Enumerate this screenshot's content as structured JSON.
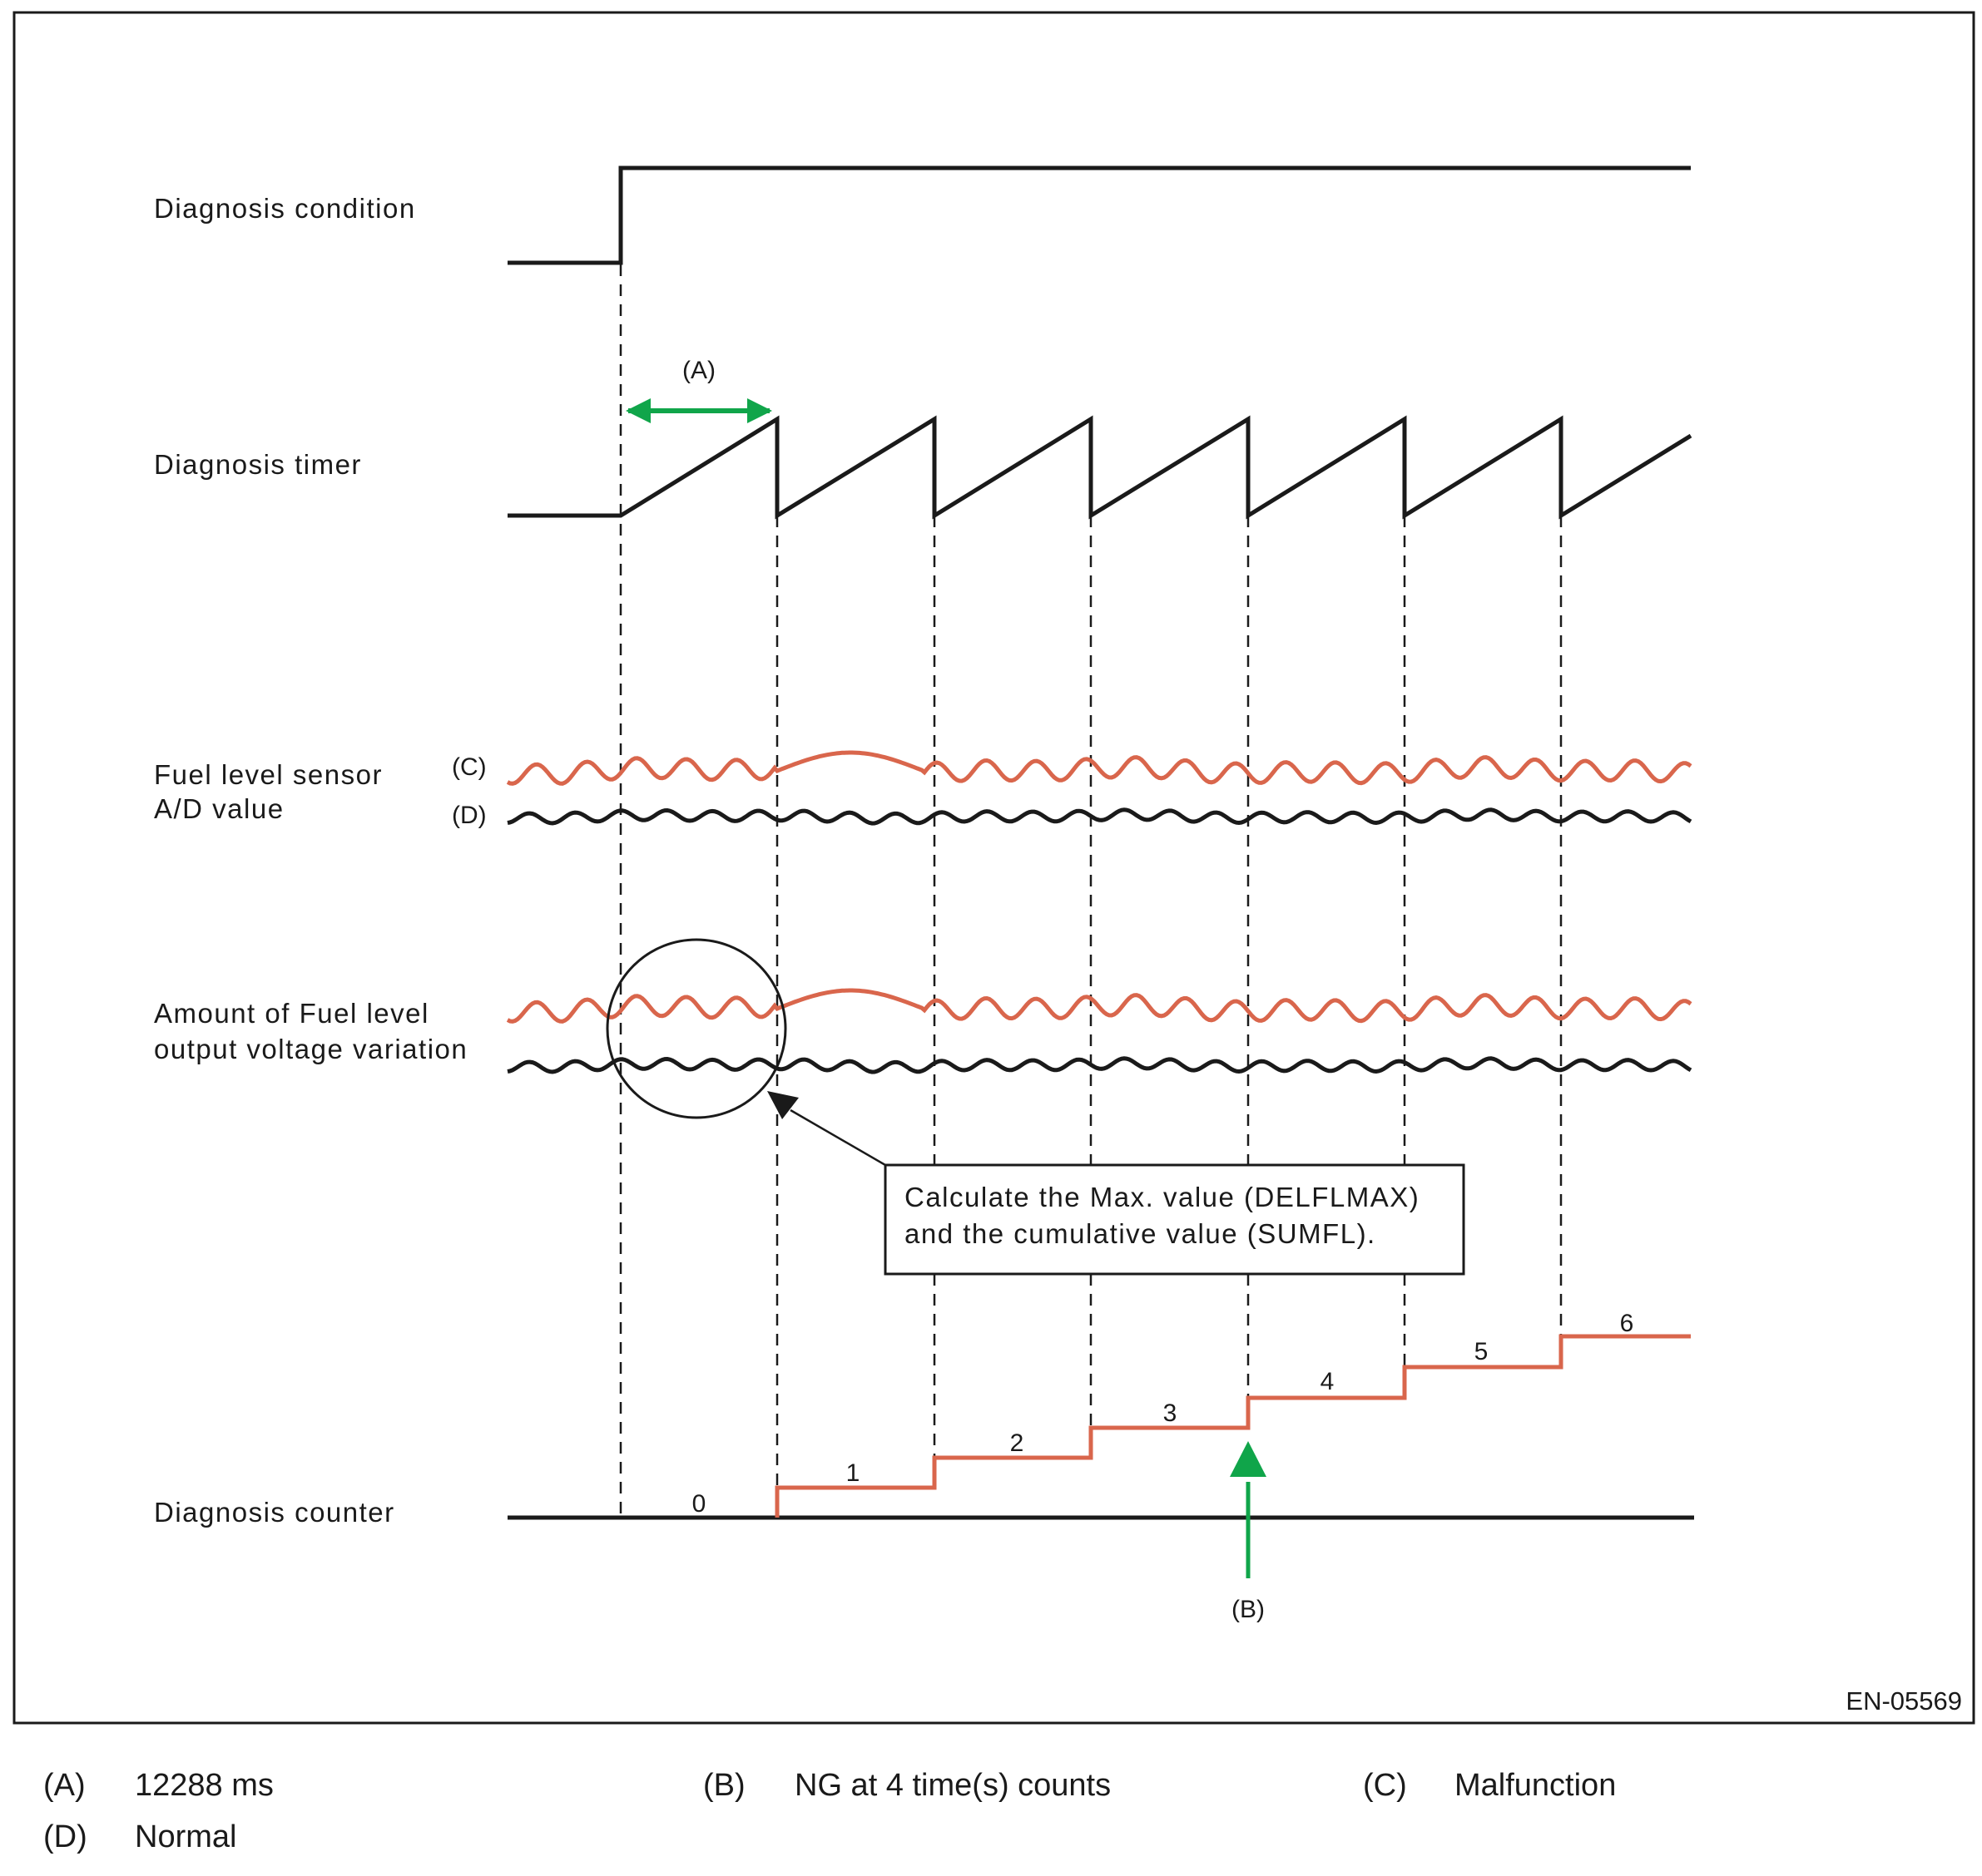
{
  "signals": {
    "diagnosis_condition": "Diagnosis condition",
    "diagnosis_timer": "Diagnosis timer",
    "fuel_sensor_line1": "Fuel level sensor",
    "fuel_sensor_line2": "A/D value",
    "fuel_variation_line1": "Amount of Fuel level",
    "fuel_variation_line2": "output voltage variation",
    "diagnosis_counter": "Diagnosis counter"
  },
  "markers": {
    "a": "(A)",
    "b": "(B)",
    "c": "(C)",
    "d": "(D)"
  },
  "callout": {
    "line1": "Calculate the Max. value (DELFLMAX)",
    "line2": "and the cumulative value (SUMFL)."
  },
  "counter_values": [
    "0",
    "1",
    "2",
    "3",
    "4",
    "5",
    "6"
  ],
  "figure_code": "EN-05569",
  "legend": [
    {
      "key": "(A)",
      "text": "12288 ms"
    },
    {
      "key": "(B)",
      "text": "NG at 4 time(s) counts"
    },
    {
      "key": "(C)",
      "text": "Malfunction"
    },
    {
      "key": "(D)",
      "text": "Normal"
    }
  ],
  "colors": {
    "malfunction": "#d9664c",
    "normal": "#1a1a1a",
    "arrow": "#10a54a"
  }
}
